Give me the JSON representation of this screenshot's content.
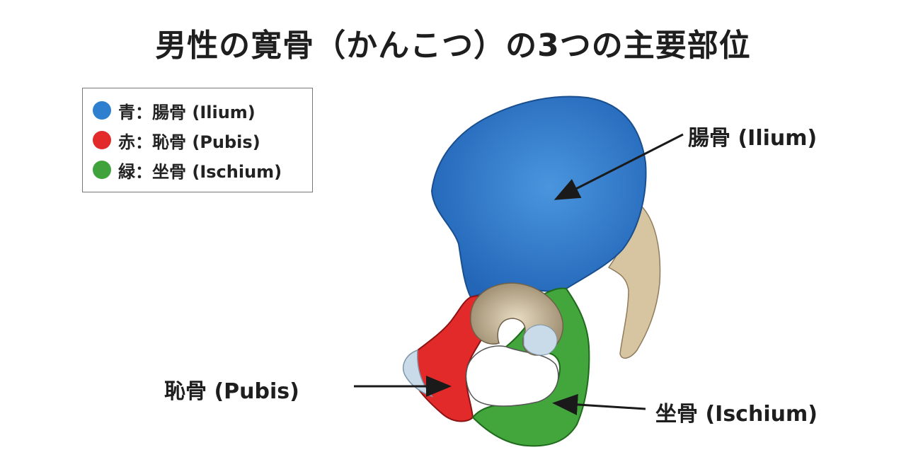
{
  "title": "男性の寛骨（かんこつ）の3つの主要部位",
  "legend": {
    "items": [
      {
        "color_word": "青",
        "sep": "：",
        "name": "腸骨 (Ilium)",
        "color": "#2f7fd1"
      },
      {
        "color_word": "赤",
        "sep": "：",
        "name": "恥骨 (Pubis)",
        "color": "#e32a2a"
      },
      {
        "color_word": "緑",
        "sep": "：",
        "name": "坐骨 (Ischium)",
        "color": "#3fa23a"
      }
    ]
  },
  "labels": {
    "ilium": "腸骨 (Ilium)",
    "pubis": "恥骨 (Pubis)",
    "ischium": "坐骨 (Ischium)"
  },
  "colors": {
    "ilium": "#2f7fd1",
    "pubis": "#e32a2a",
    "ischium": "#43a63c",
    "bone": "#d9c8a8",
    "cartilage": "#c9dbe8"
  }
}
